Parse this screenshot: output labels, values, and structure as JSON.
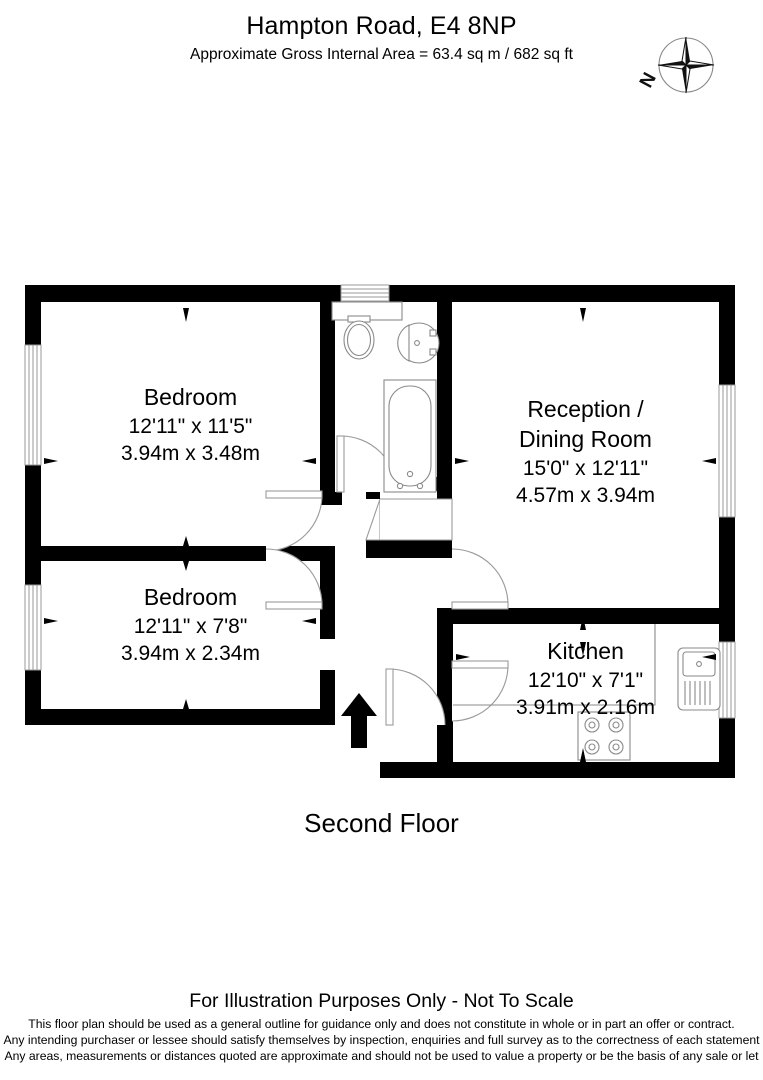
{
  "header": {
    "title": "Hampton Road, E4 8NP",
    "subtitle": "Approximate Gross Internal Area = 63.4 sq m / 682 sq ft"
  },
  "compass": {
    "icon": "compass-rose-icon",
    "north_label": "N"
  },
  "floor_caption": "Second Floor",
  "rooms": [
    {
      "name": "Bedroom",
      "dim_imperial": "12'11\" x 11'5\"",
      "dim_metric": "3.94m x 3.48m"
    },
    {
      "name": "Bedroom",
      "dim_imperial": "12'11\" x 7'8\"",
      "dim_metric": "3.94m x 2.34m"
    },
    {
      "name": "Reception /",
      "name2": "Dining Room",
      "dim_imperial": "15'0\" x 12'11\"",
      "dim_metric": "4.57m x 3.94m"
    },
    {
      "name": "Kitchen",
      "dim_imperial": "12'10\" x 7'1\"",
      "dim_metric": "3.91m x 2.16m"
    }
  ],
  "fixtures": {
    "toilet": "toilet-icon",
    "basin": "wash-basin-icon",
    "bath": "bathtub-icon",
    "sink": "kitchen-sink-icon",
    "hob": "hob-icon",
    "entrance": "entrance-arrow-icon"
  },
  "footer": {
    "headline": "For Illustration Purposes Only - Not To Scale",
    "lines": [
      "This floor plan should be used as a general outline for guidance only and does not constitute in whole or in part an offer or contract.",
      "Any intending purchaser or lessee should satisfy themselves by inspection, enquiries and full survey as to the correctness of each statement",
      "Any areas, measurements or distances quoted are approximate and should not be used to value a property or be the basis of any sale or let"
    ]
  },
  "colors": {
    "wall": "#000000",
    "background": "#ffffff",
    "fixture_line": "#8a8a8a"
  }
}
